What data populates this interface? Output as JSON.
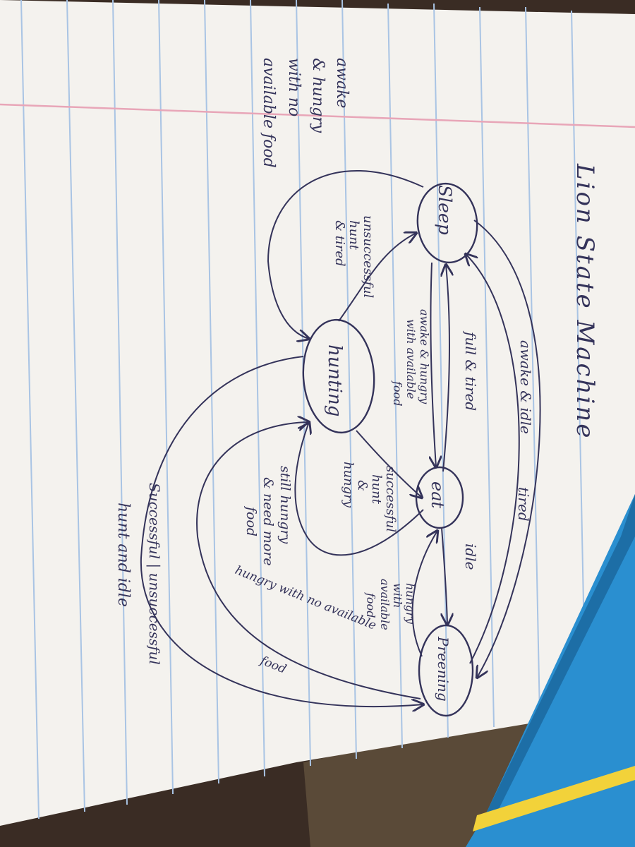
{
  "title": "Lion State Machine",
  "states": {
    "sleep": "Sleep",
    "hunting": "hunting",
    "eat": "eat",
    "preening": "Preening"
  },
  "transitions": {
    "awake_idle": "awake & idle",
    "tired": "tired",
    "full_tired": "full & tired",
    "awake_hungry_available_1": "awake & hungry",
    "awake_hungry_available_2": "with available",
    "awake_hungry_available_3": "food",
    "unsuccessful_1": "unsuccessful",
    "unsuccessful_2": "hunt",
    "unsuccessful_3": "& tired",
    "awake_no_food_1": "awake",
    "awake_no_food_2": "& hungry",
    "awake_no_food_3": "with no",
    "awake_no_food_4": "available food",
    "successful_hungry_1": "successful",
    "successful_hungry_2": "hunt",
    "successful_hungry_3": "&",
    "successful_hungry_4": "hungry",
    "still_hungry_1": "still hungry",
    "still_hungry_2": "& need more",
    "still_hungry_3": "food",
    "idle": "idle",
    "hungry_available_1": "hungry",
    "hungry_available_2": "with",
    "hungry_available_3": "available",
    "hungry_available_4": "food",
    "hungry_no_food_1": "hungry with no available",
    "hungry_no_food_2": "food",
    "successful_unsuccessful": "Successful | unsuccessful",
    "hunt_idle": "hunt and idle"
  },
  "colors": {
    "ink": "#34335a",
    "paper": "#f4f2ee",
    "rule": "#a9c4e4",
    "margin": "#e8a6b8",
    "book": "#2a8fd0"
  }
}
